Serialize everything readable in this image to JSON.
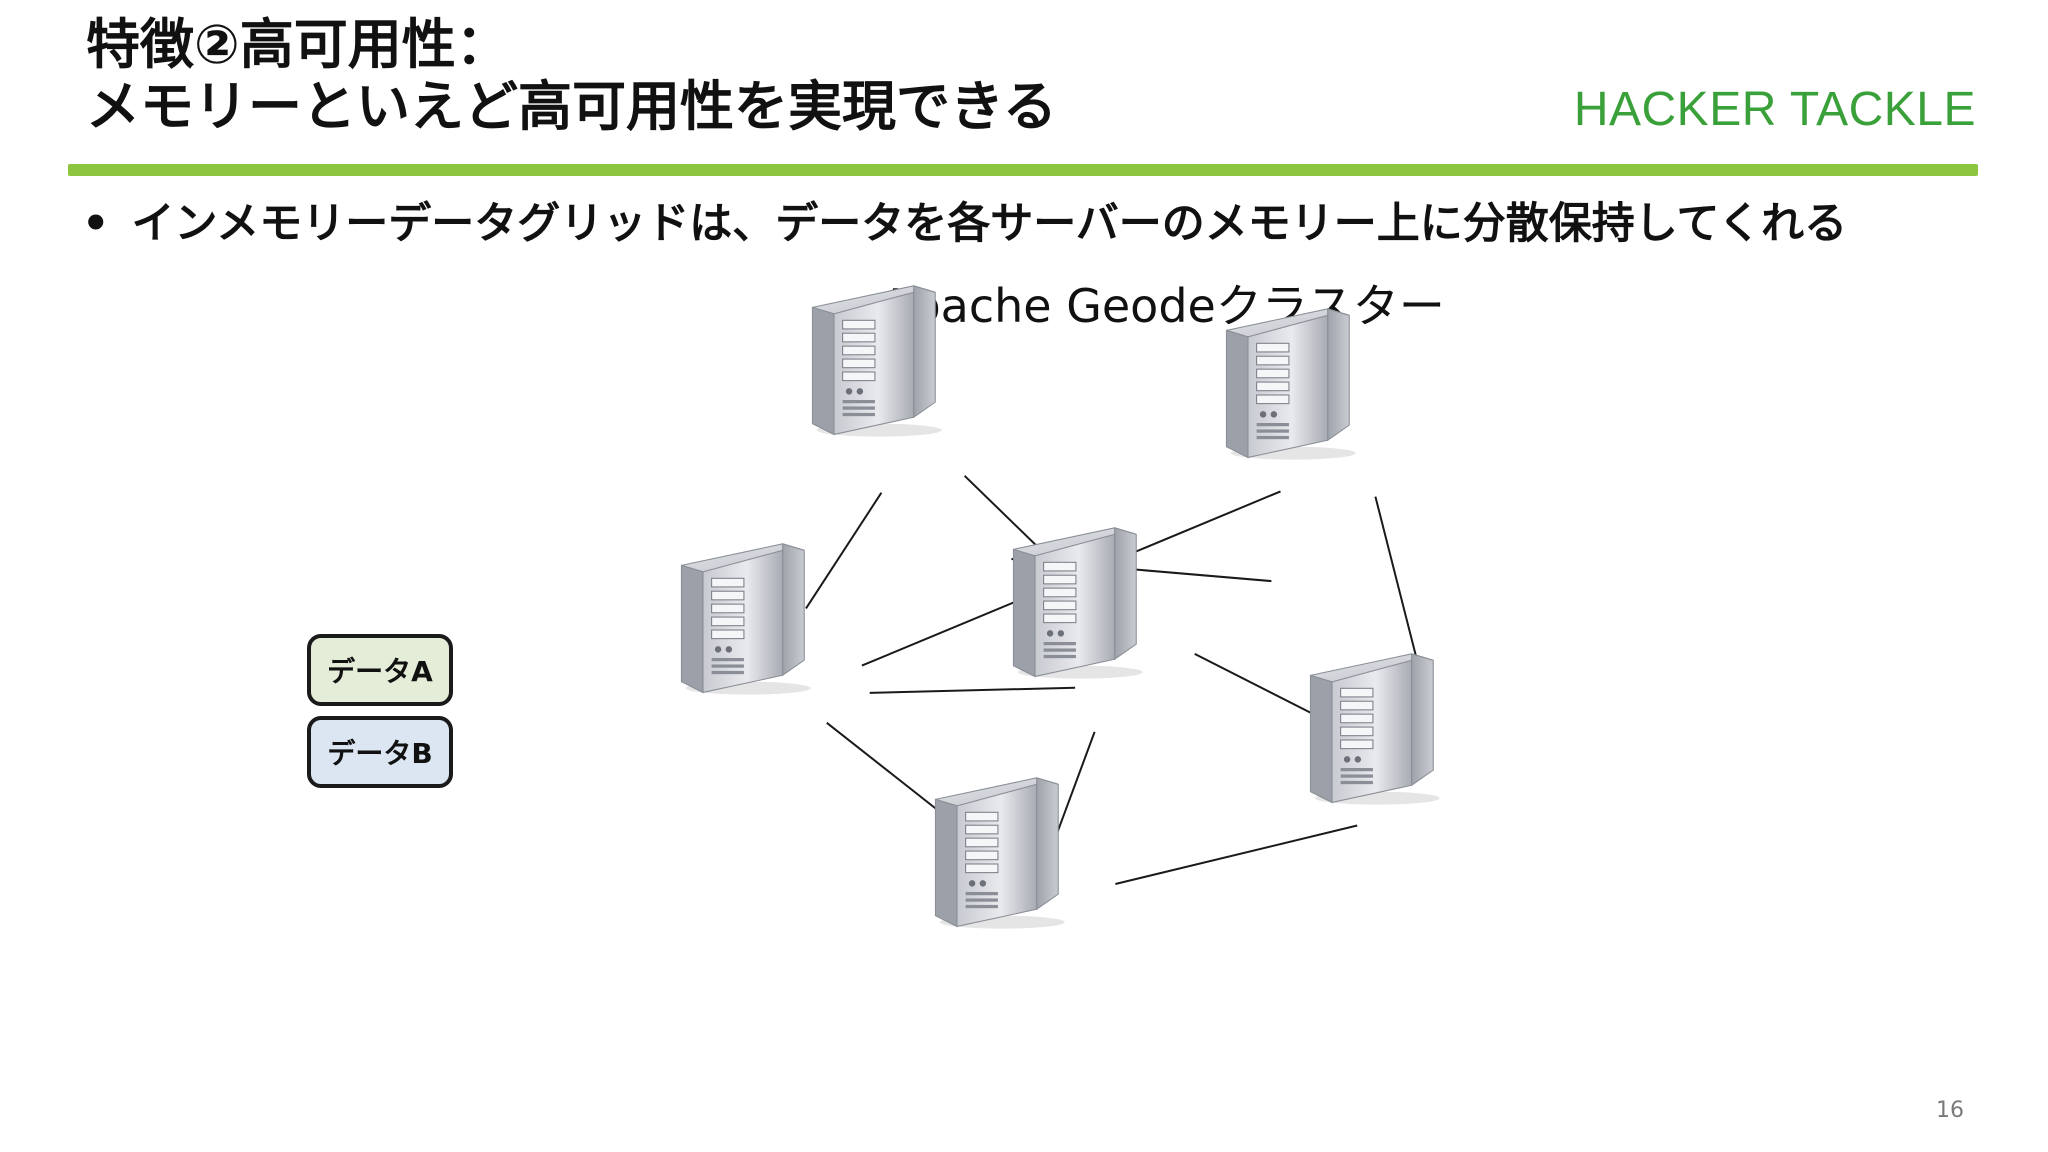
{
  "slide": {
    "title_line1": "特徴②高可用性：",
    "title_line2": "メモリーといえど高可用性を実現できる",
    "brand": "HACKER TACKLE",
    "bullet_marker": "•",
    "bullet_text": "インメモリーデータグリッドは、データを各サーバーのメモリー上に分散保持してくれる",
    "cluster_label": "Apache Geodeクラスター",
    "page_number": "16"
  },
  "data_items": [
    {
      "label": "データA",
      "fill": "#e3edd8"
    },
    {
      "label": "データB",
      "fill": "#dce6f2"
    }
  ],
  "colors": {
    "accent_green": "#8cc63f",
    "brand_green": "#3aa13a",
    "connection_line": "#1a1a1a",
    "server_body": "#b9bcc3"
  },
  "icons": {
    "server": "server-tower-icon"
  }
}
